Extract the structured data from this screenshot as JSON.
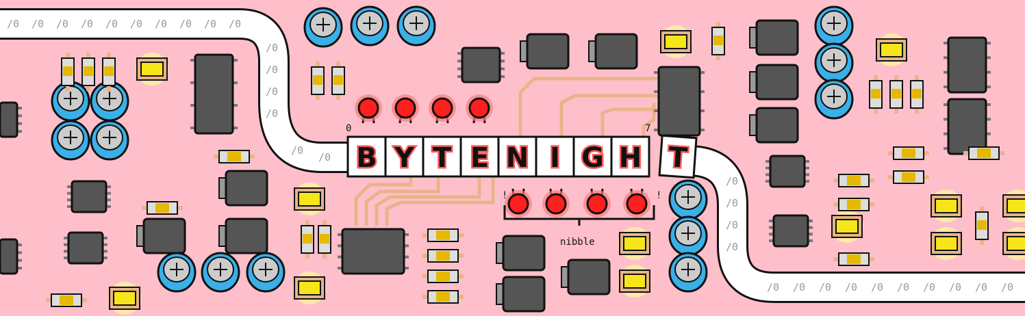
{
  "title": {
    "letters": [
      "B",
      "Y",
      "T",
      "E",
      "N",
      "I",
      "G",
      "H"
    ],
    "falling_letter": "T",
    "bit_start_label": "0",
    "bit_end_label": "7"
  },
  "nibble_label": "nibble",
  "exclaim_left": "!",
  "exclaim_right": "!",
  "tape_label": "/0",
  "colors": {
    "background": "#ffbfca",
    "chip": "#555555",
    "capacitor": "#3ab0e8",
    "smd": "#f5e51a",
    "led": "#ff1f1f",
    "trace": "#e8b48a",
    "tape": "#ffffff"
  }
}
